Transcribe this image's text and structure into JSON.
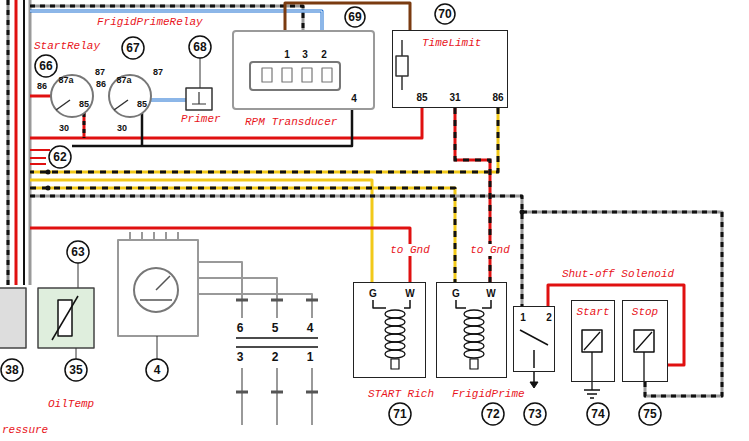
{
  "diagram": {
    "nodes": [
      {
        "text": [
          "1",
          "3",
          "2",
          "4",
          "RPM Transducer"
        ]
      },
      {
        "text": [
          "TimeLimit",
          "85",
          "31",
          "86"
        ]
      },
      {
        "text": [
          "G",
          "W"
        ]
      },
      {
        "text": [
          "G",
          "W"
        ]
      },
      {
        "text": [
          "1",
          "2"
        ]
      },
      {
        "text": [
          "Start"
        ]
      },
      {
        "text": [
          "Stop"
        ]
      }
    ],
    "edges": [
      {
        "from": 0,
        "to": 1,
        "arrow": "none"
      },
      {
        "from": 1,
        "to": 3,
        "label": "to Gnd",
        "arrow": "none"
      },
      {
        "from": 4,
        "to": 6,
        "label": "Shut-off Solenoid",
        "arrow": "none"
      }
    ],
    "labels": [
      "FrigidPrimeRelay",
      "70",
      "69",
      "StartRelay",
      "66",
      "67",
      "68",
      "87a",
      "87",
      "86",
      "85",
      "30",
      "87a",
      "87",
      "86",
      "85",
      "30",
      "Primer",
      "62",
      "63",
      "to Gnd",
      "6",
      "5",
      "4",
      "3",
      "2",
      "1",
      "38",
      "35",
      "4",
      "START Rich",
      "FrigidPrime",
      "OilTemp",
      "71",
      "72",
      "73",
      "74",
      "75",
      "ressure"
    ]
  }
}
